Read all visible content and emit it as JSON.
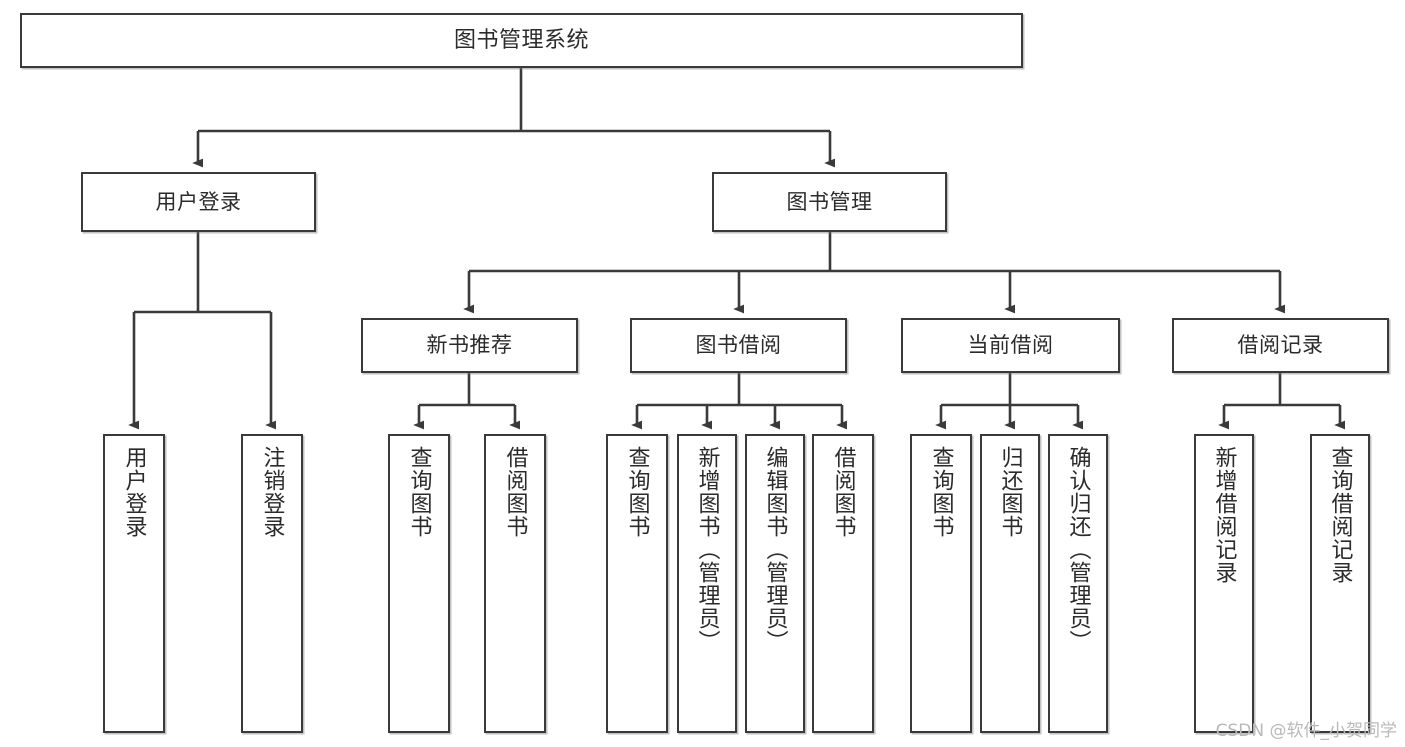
{
  "diagram": {
    "title": "图书管理系统",
    "watermark": "CSDN @软件_小贺同学",
    "colors": {
      "box_border": "#3a3a3a",
      "box_fill": "#ffffff",
      "connector": "#3a3a3a",
      "text": "#2b2b2b",
      "watermark": "#b9b9b9"
    },
    "levels": {
      "root": {
        "label": "图书管理系统"
      },
      "level2": [
        {
          "id": "user-login",
          "label": "用户登录"
        },
        {
          "id": "book-manage",
          "label": "图书管理"
        }
      ],
      "level3": [
        {
          "id": "new-book-recommend",
          "label": "新书推荐",
          "parent": "book-manage"
        },
        {
          "id": "book-borrow",
          "label": "图书借阅",
          "parent": "book-manage"
        },
        {
          "id": "current-borrow",
          "label": "当前借阅",
          "parent": "book-manage"
        },
        {
          "id": "borrow-record",
          "label": "借阅记录",
          "parent": "book-manage"
        }
      ],
      "leaves": [
        {
          "id": "leaf-user-login",
          "label": "用户登录",
          "parent": "user-login"
        },
        {
          "id": "leaf-logout-login",
          "label": "注销登录",
          "parent": "user-login"
        },
        {
          "id": "leaf-query-book-1",
          "label": "查询图书",
          "parent": "new-book-recommend"
        },
        {
          "id": "leaf-borrow-book-1",
          "label": "借阅图书",
          "parent": "new-book-recommend"
        },
        {
          "id": "leaf-query-book-2",
          "label": "查询图书",
          "parent": "book-borrow"
        },
        {
          "id": "leaf-add-book",
          "label": "新增图书（管理员）",
          "parent": "book-borrow"
        },
        {
          "id": "leaf-edit-book",
          "label": "编辑图书（管理员）",
          "parent": "book-borrow"
        },
        {
          "id": "leaf-borrow-book-2",
          "label": "借阅图书",
          "parent": "book-borrow"
        },
        {
          "id": "leaf-query-book-3",
          "label": "查询图书",
          "parent": "current-borrow"
        },
        {
          "id": "leaf-return-book",
          "label": "归还图书",
          "parent": "current-borrow"
        },
        {
          "id": "leaf-confirm-return",
          "label": "确认归还（管理员）",
          "parent": "current-borrow"
        },
        {
          "id": "leaf-add-record",
          "label": "新增借阅记录",
          "parent": "borrow-record"
        },
        {
          "id": "leaf-query-record",
          "label": "查询借阅记录",
          "parent": "borrow-record"
        }
      ]
    }
  }
}
